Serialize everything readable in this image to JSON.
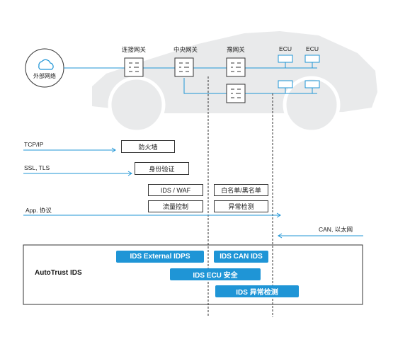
{
  "network": {
    "cloud_label": "外部网络",
    "gateways": [
      "连接网关",
      "中央网关",
      "豫网关"
    ],
    "ecu_labels": [
      "ECU",
      "ECU"
    ]
  },
  "protocols": {
    "tcpip": "TCP/IP",
    "ssl_tls": "SSL, TLS",
    "app": "App. 协议",
    "can": "CAN, 以太网"
  },
  "functions": {
    "firewall": "防火墙",
    "auth": "身份验证",
    "ids_waf": "IDS / WAF",
    "whitelist": "白名单/黑名单",
    "flow_control": "流量控制",
    "anomaly": "异常检测"
  },
  "autotrust": {
    "title": "AutoTrust IDS",
    "external": "IDS External IDPS",
    "can": "IDS CAN IDS",
    "ecu": "IDS ECU 安全",
    "anomaly": "IDS 异常检测"
  },
  "colors": {
    "accent": "#1f95d6",
    "car": "#e9eaeb"
  }
}
